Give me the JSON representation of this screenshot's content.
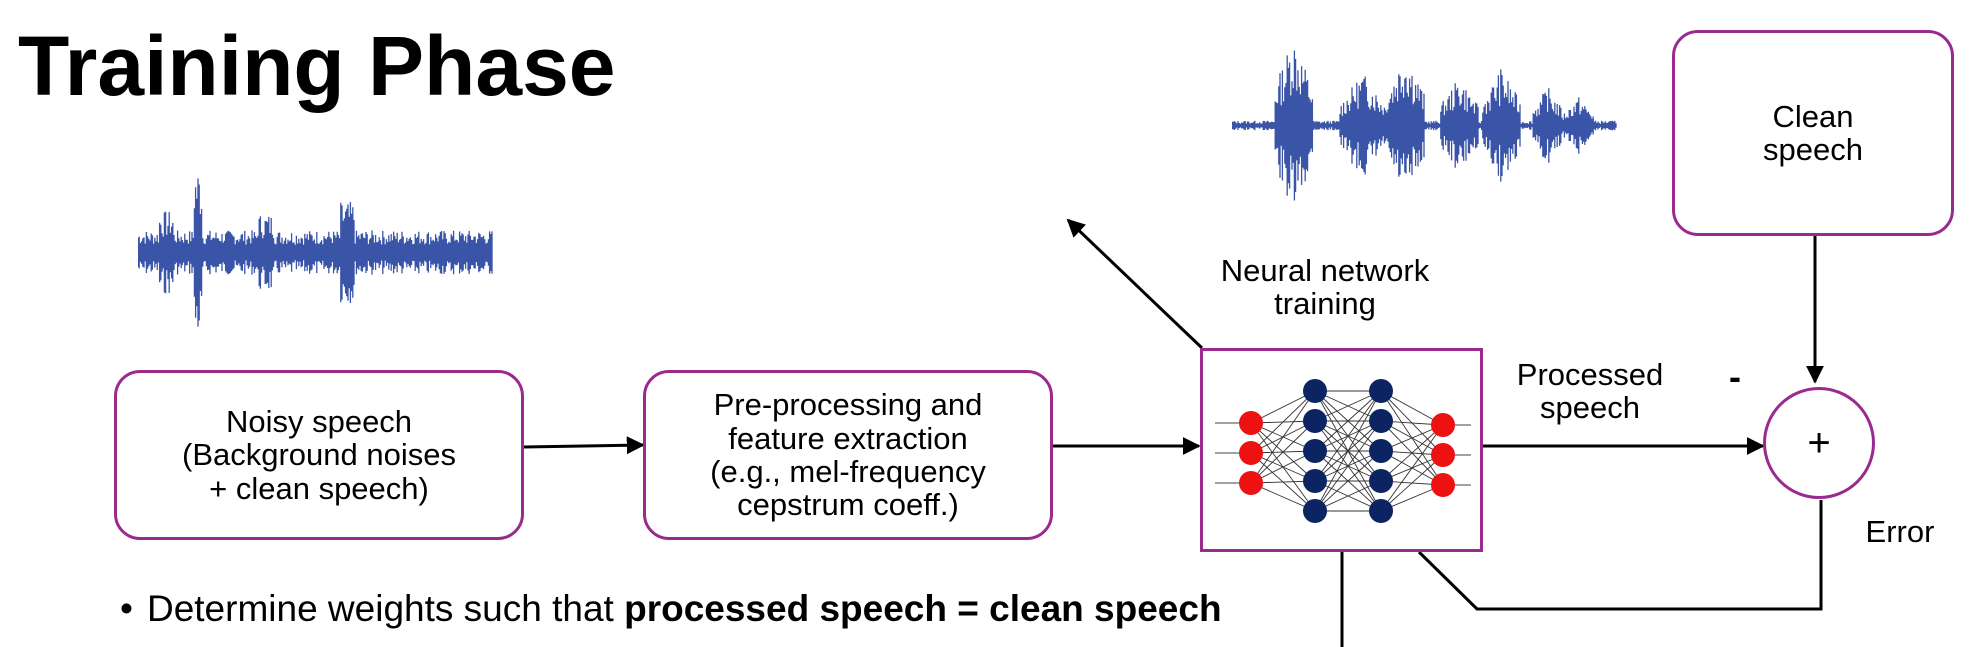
{
  "title": "Training Phase",
  "boxes": {
    "noisy": "Noisy speech\n(Background noises\n+ clean speech)",
    "preprocessing": "Pre-processing and\nfeature extraction\n(e.g., mel-frequency\ncepstrum coeff.)",
    "clean": "Clean\nspeech"
  },
  "labels": {
    "nn_training": "Neural network\ntraining",
    "processed": "Processed\nspeech",
    "minus": "-",
    "plus": "+",
    "error": "Error"
  },
  "bullet": {
    "prefix": "Determine weights such that ",
    "bold": "processed speech = clean speech"
  },
  "colors": {
    "box_border": "#9b2a8e",
    "waveform": "#3a54a8",
    "node_input_output": "#ee1111",
    "node_hidden": "#0d2463"
  }
}
